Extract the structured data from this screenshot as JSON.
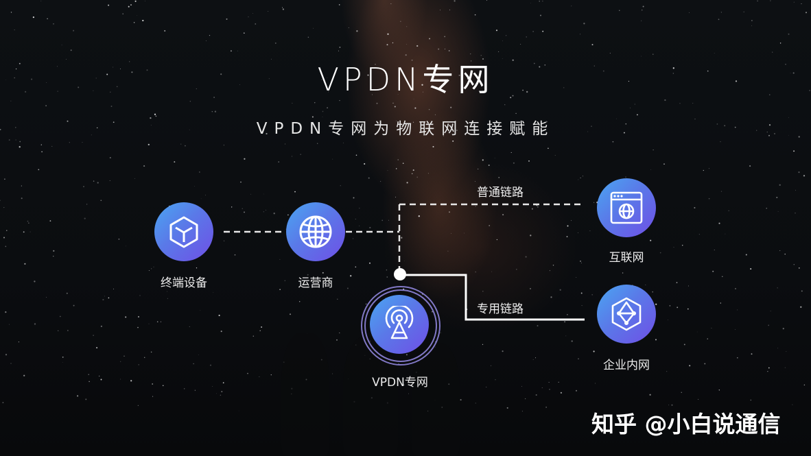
{
  "header": {
    "title": "VPDN专网",
    "subtitle": "VPDN专网为物联网连接赋能"
  },
  "nodes": [
    {
      "id": "terminal",
      "label": "终端设备",
      "icon": "cube-icon"
    },
    {
      "id": "operator",
      "label": "运营商",
      "icon": "globe-icon"
    },
    {
      "id": "vpdn",
      "label": "VPDN专网",
      "icon": "antenna-icon"
    },
    {
      "id": "internet",
      "label": "互联网",
      "icon": "browser-globe-icon"
    },
    {
      "id": "intranet",
      "label": "企业内网",
      "icon": "network-hexagon-icon"
    }
  ],
  "links": {
    "normal_label": "普通链路",
    "dedicated_label": "专用链路"
  },
  "colors": {
    "node_gradient_start": "#4aa6f2",
    "node_gradient_end": "#6f4fe6",
    "line": "#ffffff",
    "background": "#0b0d10"
  },
  "watermark": "知乎 @小白说通信"
}
